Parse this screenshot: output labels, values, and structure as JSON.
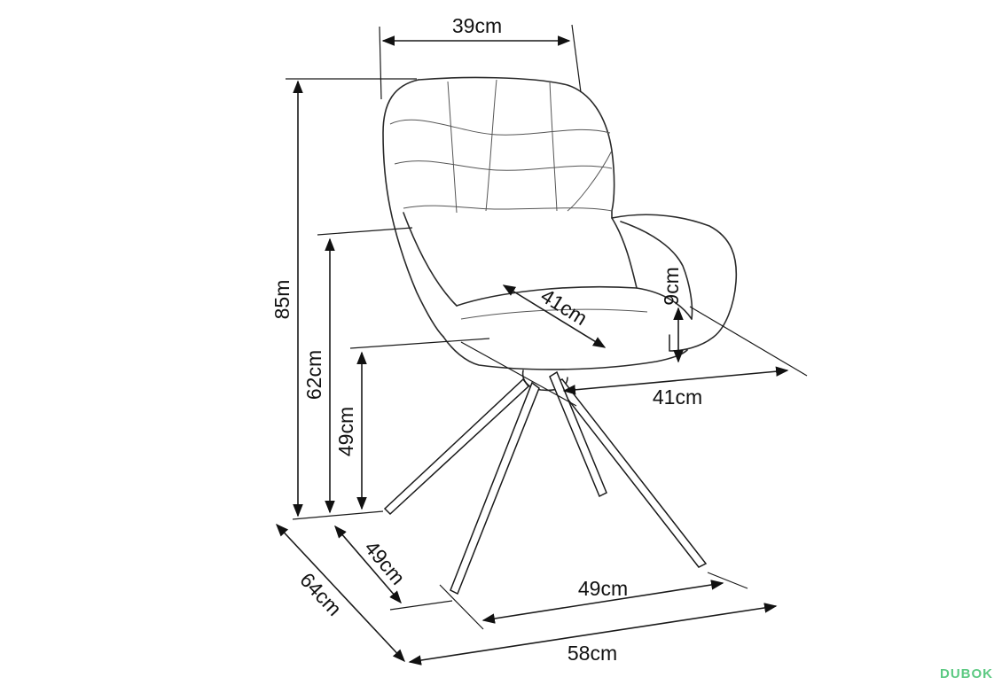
{
  "dimensions": {
    "top_width": "39cm",
    "total_height": "85m",
    "armrest_height": "62cm",
    "seat_height": "49cm",
    "seat_depth": "41cm",
    "armrest_above_seat": "9cm",
    "seat_width": "41cm",
    "base_depth": "49cm",
    "base_width": "49cm",
    "total_depth": "64cm",
    "total_width": "58cm"
  },
  "watermark": {
    "text": "DUBOK",
    "color": "#5cc982"
  }
}
